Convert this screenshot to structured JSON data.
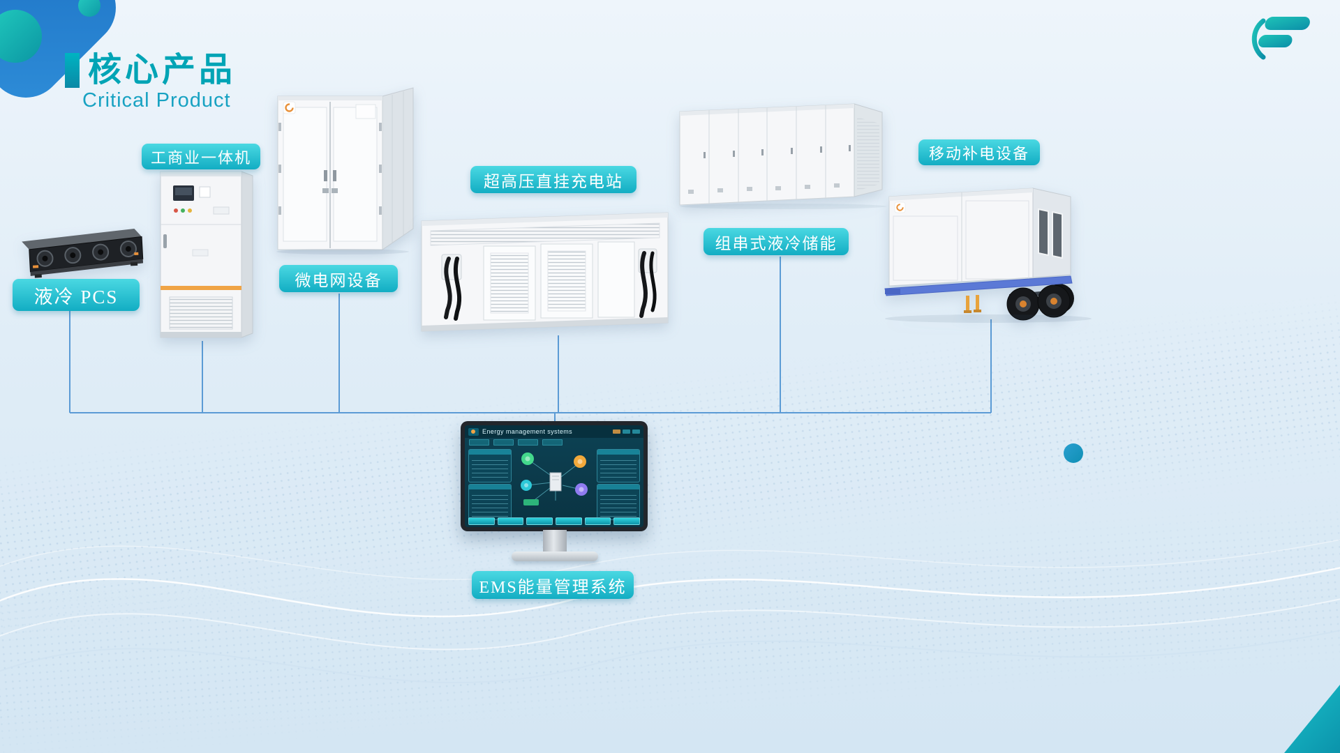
{
  "slide": {
    "title": "核心产品",
    "subtitle": "Critical Product"
  },
  "products": {
    "pcs": {
      "label": "液冷 PCS"
    },
    "all_in_one": {
      "label": "工商业一体机"
    },
    "microgrid": {
      "label": "微电网设备"
    },
    "hv_charging": {
      "label": "超高压直挂充电站"
    },
    "string_storage": {
      "label": "组串式液冷储能"
    },
    "mobile_power": {
      "label": "移动补电设备"
    },
    "ems": {
      "label": "EMS能量管理系统"
    }
  },
  "ems_screen": {
    "title": "Energy management systems"
  },
  "colors": {
    "label_teal": "#1cb9cc",
    "title_teal": "#00a4b5",
    "connector_blue": "#5b9bd5",
    "trailer_blue": "#5b79d6",
    "accent_orange": "#e8913a"
  }
}
